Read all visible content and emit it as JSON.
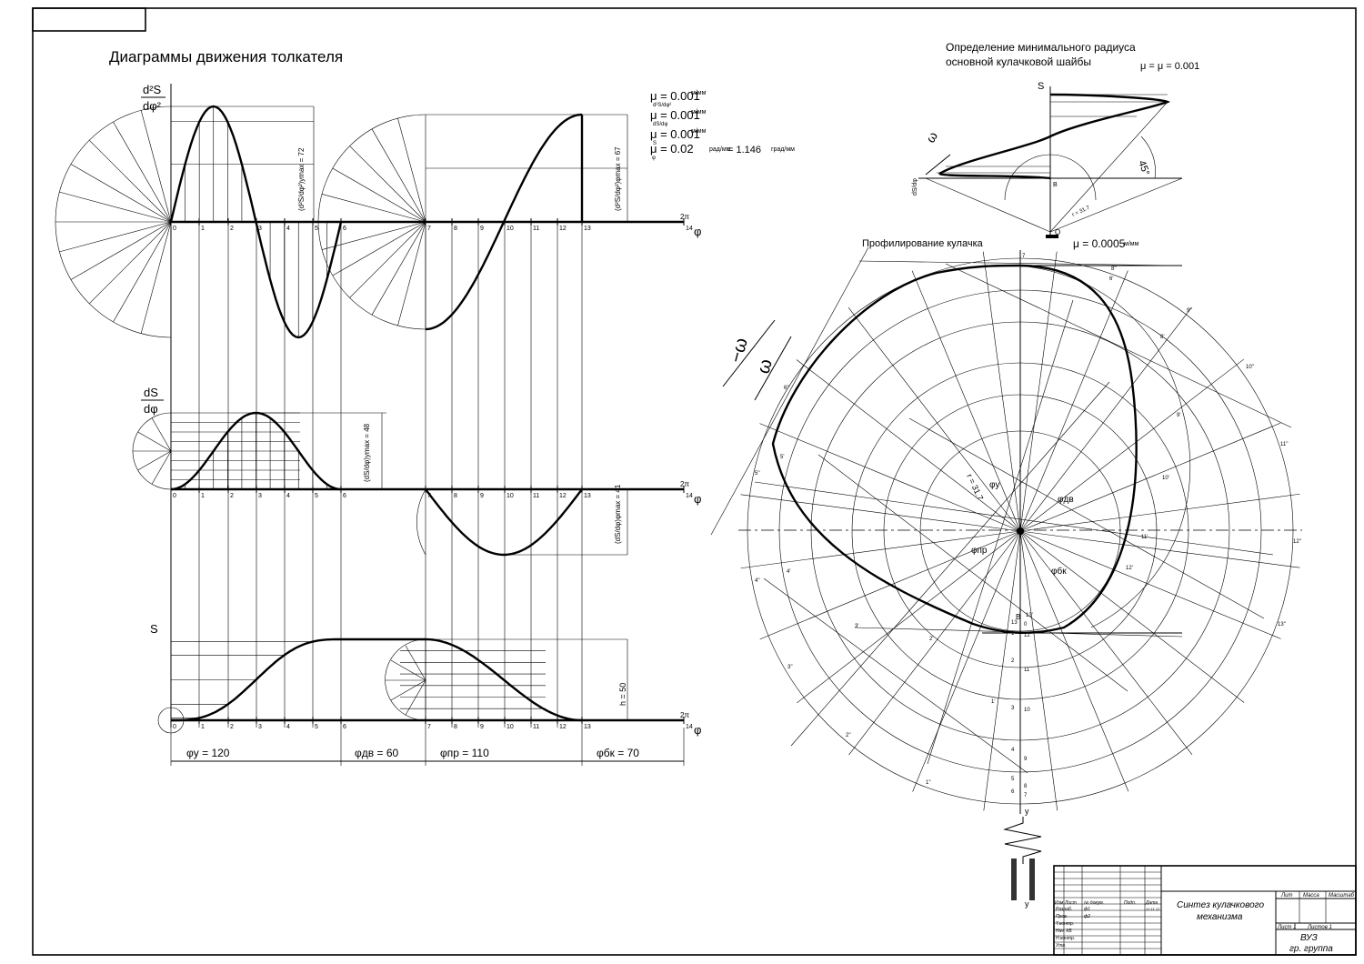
{
  "sheet": {
    "title_left": "Диаграммы движения толкателя",
    "title_right_line1": "Определение минимального радиуса",
    "title_right_line2": "основной кулачковой шайбы",
    "cam_title": "Профилирование кулачка"
  },
  "scales": {
    "mu_d2s": "μ = 0.001",
    "mu_d2s_sub": "d²S/dφ²",
    "mu_ds": "μ = 0.001",
    "mu_ds_sub": "dS/dφ",
    "mu_s": "μ = 0.001",
    "mu_s_sub": "S",
    "mu_phi": "μ = 0.02",
    "mu_phi_sub": "φ",
    "unit_m_mm": "м/мм",
    "unit_rad_mm": "рад/мм",
    "phi_equiv": "= 1.146",
    "unit_deg_mm": "град/мм",
    "mu_s_right": "μ = μ = 0.001",
    "mu_l": "μ = 0.0005",
    "unit_m_mm_short": "м/мм"
  },
  "diagrams": {
    "ylabel_d2s_num": "d²S",
    "ylabel_d2s_den": "dφ²",
    "ylabel_ds_num": "dS",
    "ylabel_ds_den": "dφ",
    "ylabel_s": "S",
    "x_axis_label": "φ",
    "two_pi": "2π",
    "ticks": [
      "0",
      "1",
      "2",
      "3",
      "4",
      "5",
      "6",
      "7",
      "8",
      "9",
      "10",
      "11",
      "12",
      "13",
      "14"
    ],
    "ann_d2s_up": "(d²S/dφ²)ymax = 72",
    "ann_d2s_down": "(d²S/dφ²)φmax = 67",
    "ann_ds_up": "(dS/dφ)ymax = 48",
    "ann_ds_down": "(dS/dφ)φmax = 41",
    "ann_h": "h = 50",
    "phases": [
      {
        "label": "φу = 120"
      },
      {
        "label": "φдв = 60"
      },
      {
        "label": "φпр = 110"
      },
      {
        "label": "φбк = 70"
      }
    ]
  },
  "right_diagram": {
    "s_label": "S",
    "omega": "ω",
    "angle": "45°",
    "deriv_label": "dS/dφ",
    "radius": "r = 31.7",
    "origin": "O",
    "point_b": "B"
  },
  "cam": {
    "omega": "ω",
    "minus_omega": "−ω",
    "radius_label": "r = 31.7",
    "phi_u": "φу",
    "phi_dv": "φдв",
    "phi_pr": "φпр",
    "phi_bk": "φбк",
    "y_label": "y",
    "b_label": "B",
    "points_outer": [
      "1''",
      "2''",
      "3''",
      "4''",
      "5''",
      "6''",
      "7",
      "8''",
      "9''",
      "10''",
      "11''",
      "12''",
      "13''"
    ],
    "points_mid": [
      "1'",
      "2'",
      "3'",
      "4'",
      "5'",
      "6'",
      "8'",
      "9'",
      "10'",
      "11'",
      "12'",
      "13'"
    ],
    "axis_marks": [
      "13",
      "0",
      "1",
      "12",
      "2",
      "11",
      "3",
      "10",
      "4",
      "9",
      "5",
      "8",
      "6",
      "7"
    ]
  },
  "title_block": {
    "name_line1": "Синтез кулачкового",
    "name_line2": "механизма",
    "org": "ВУЗ",
    "group": "гр. группа",
    "hdr": [
      "Изм",
      "Лист",
      "№ докум.",
      "Подп.",
      "Дата"
    ],
    "rows": [
      "Разраб.",
      "Пров.",
      "Т.контр.",
      "Нач. КБ",
      "Н.контр.",
      "Утв."
    ],
    "row_vals": [
      "ф1",
      "ф2"
    ],
    "date": "12.11.12",
    "lit": "Лит",
    "mass": "Масса",
    "scale": "Масштаб",
    "sheet_no": "Лист 1",
    "sheets": "Листов 1"
  }
}
